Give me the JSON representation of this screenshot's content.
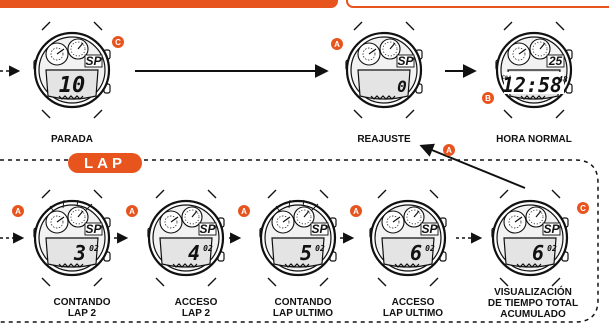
{
  "colors": {
    "accent": "#e8541e",
    "ink": "#111111",
    "face": "#f2f2f2",
    "lcd": "#e4e4e4"
  },
  "lap_label": "LAP",
  "button_labels": {
    "a": "A",
    "b": "B",
    "c": "C"
  },
  "watches": {
    "parada": {
      "sp": "SP",
      "digits": "10",
      "small": "",
      "caption": "PARADA"
    },
    "reajuste": {
      "sp": "SP",
      "digits": "0",
      "small": "",
      "caption": "REAJUSTE"
    },
    "hora_normal": {
      "sp": "25",
      "digits": "12:58",
      "small": "48",
      "pm": "PM",
      "caption": "HORA NORMAL"
    },
    "contando_lap2": {
      "sp": "SP",
      "digits": "3",
      "small": "02",
      "caption": "CONTANDO\nLAP 2"
    },
    "acceso_lap2": {
      "sp": "SP",
      "digits": "4",
      "small": "02",
      "caption": "ACCESO\nLAP 2"
    },
    "contando_ultimo": {
      "sp": "SP",
      "digits": "5",
      "small": "02",
      "caption": "CONTANDO\nLAP ULTIMO"
    },
    "acceso_ultimo": {
      "sp": "SP",
      "digits": "6",
      "small": "02",
      "caption": "ACCESO\nLAP ULTIMO"
    },
    "visualizacion": {
      "sp": "SP",
      "digits": "6",
      "small": "02",
      "caption": "VISUALIZACIÓN\nDE TIEMPO TOTAL\nACUMULADO"
    }
  }
}
